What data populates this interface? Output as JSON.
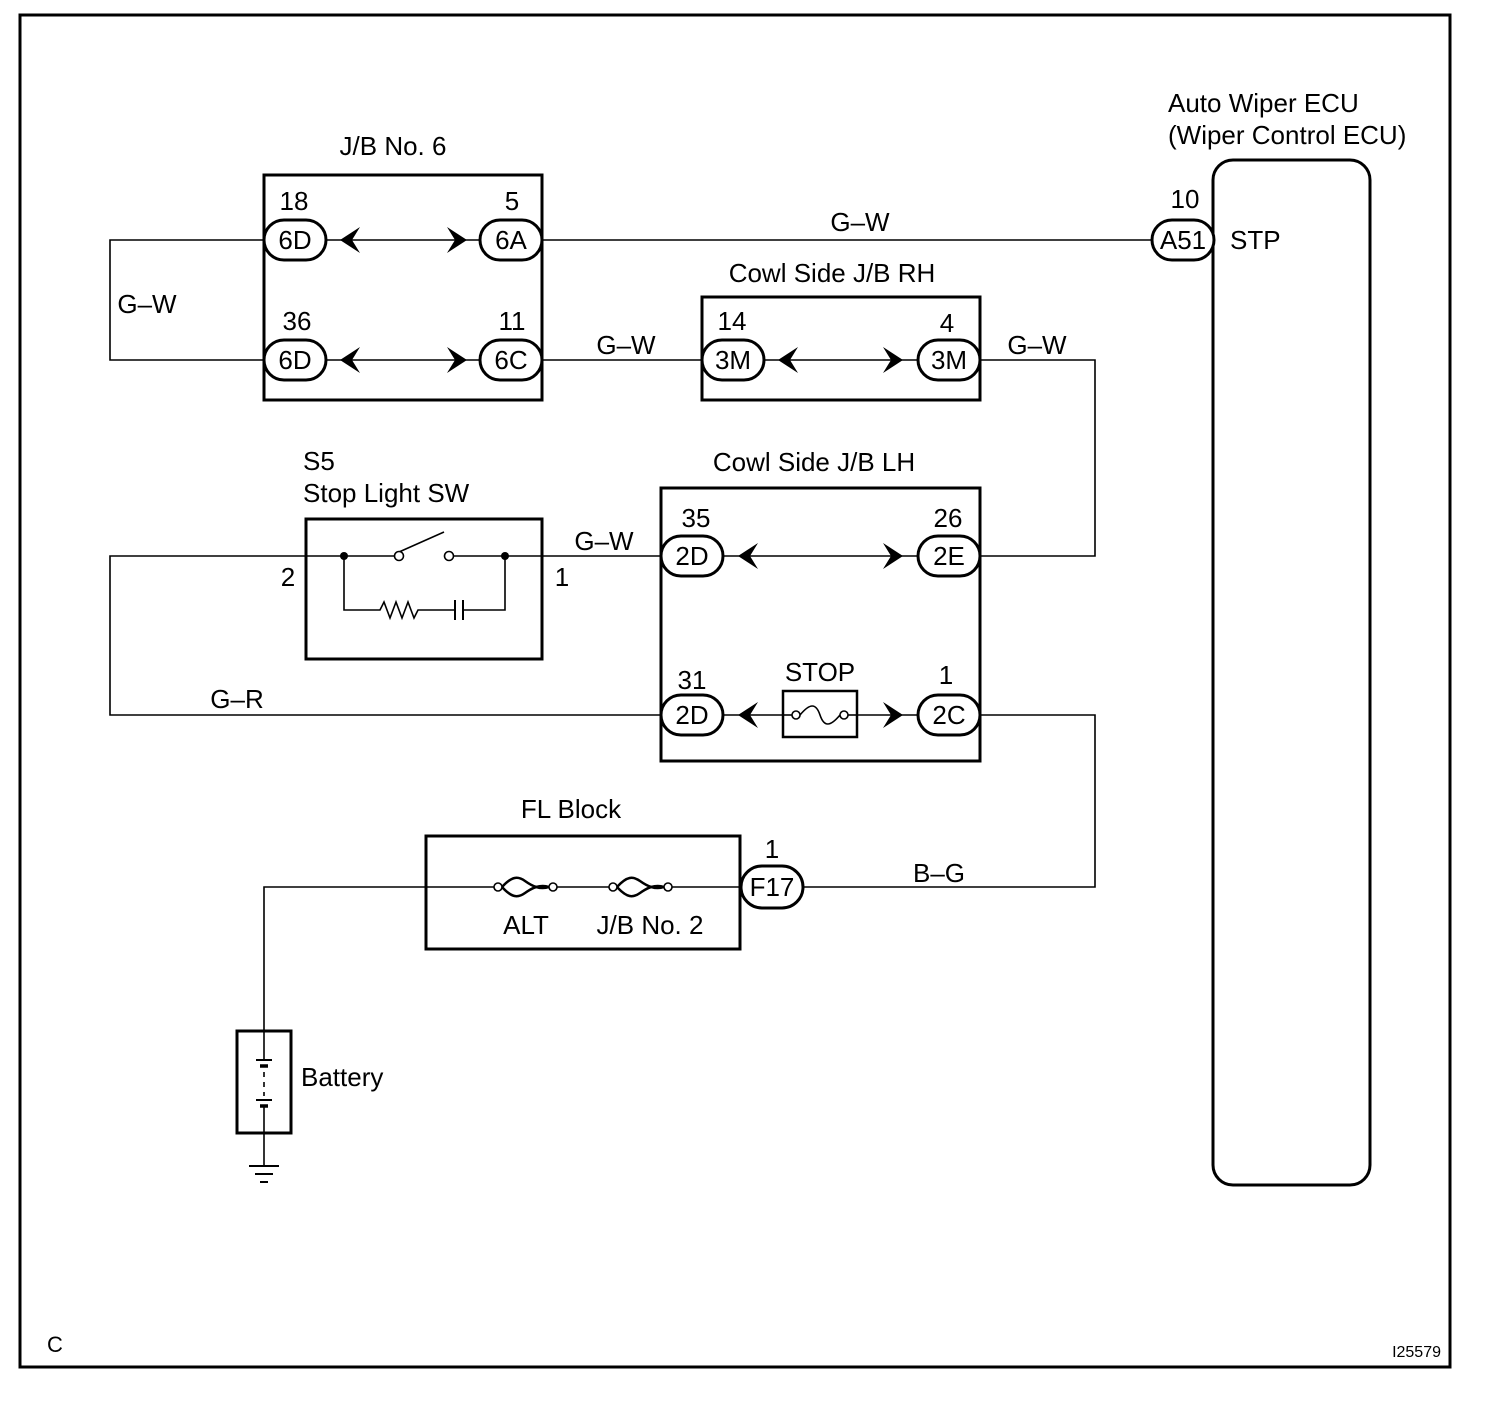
{
  "components": {
    "jb6": {
      "title": "J/B No. 6",
      "pins": [
        {
          "num": "18",
          "code": "6D"
        },
        {
          "num": "5",
          "code": "6A"
        },
        {
          "num": "36",
          "code": "6D"
        },
        {
          "num": "11",
          "code": "6C"
        }
      ]
    },
    "ecu": {
      "title_line1": "Auto Wiper ECU",
      "title_line2": "(Wiper Control ECU)",
      "pin_num": "10",
      "pin_code": "A51",
      "terminal": "STP"
    },
    "cowl_rh": {
      "title": "Cowl Side J/B RH",
      "pins": [
        {
          "num": "14",
          "code": "3M"
        },
        {
          "num": "4",
          "code": "3M"
        }
      ]
    },
    "stop_sw": {
      "id": "S5",
      "title": "Stop Light SW",
      "pin_left": "2",
      "pin_right": "1"
    },
    "cowl_lh": {
      "title": "Cowl Side J/B LH",
      "pins": [
        {
          "num": "35",
          "code": "2D"
        },
        {
          "num": "26",
          "code": "2E"
        },
        {
          "num": "31",
          "code": "2D"
        },
        {
          "num": "1",
          "code": "2C"
        }
      ],
      "fuse": "STOP"
    },
    "fl_block": {
      "title": "FL Block",
      "fuse1": "ALT",
      "fuse2": "J/B No. 2",
      "pin_num": "1",
      "pin_code": "F17"
    },
    "battery": {
      "label": "Battery"
    }
  },
  "wires": {
    "w1": "G–W",
    "w2": "G–W",
    "w3": "G–W",
    "w4": "G–W",
    "w5": "G–W",
    "w6": "G–R",
    "w7": "B–G"
  },
  "corner_left": "C",
  "figure_id": "I25579"
}
